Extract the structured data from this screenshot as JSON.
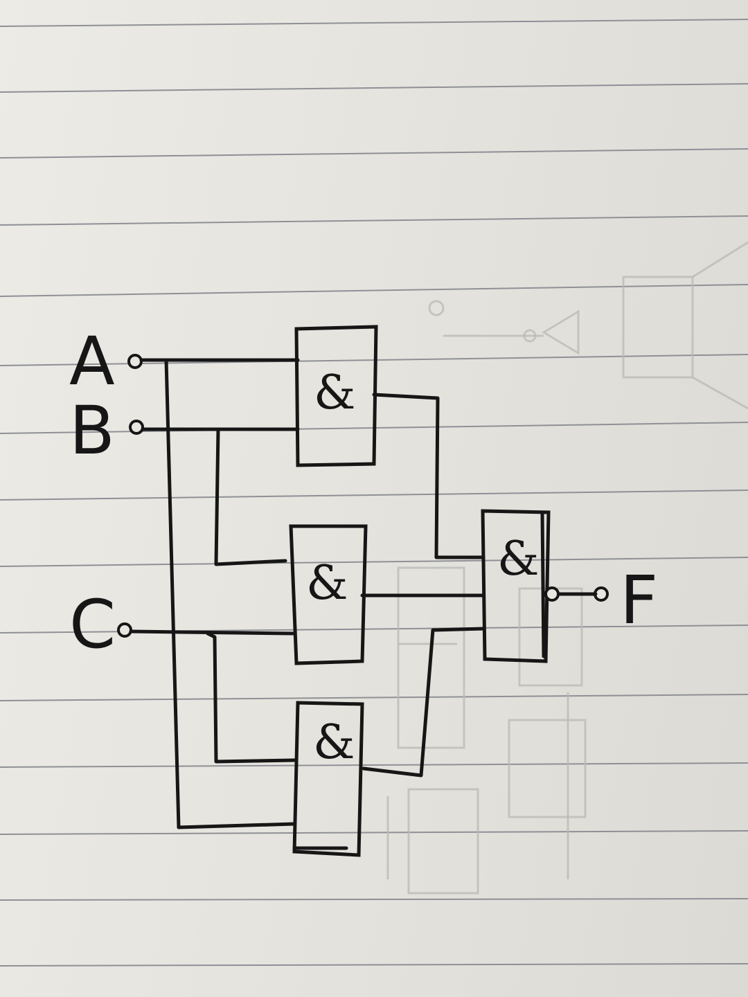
{
  "inputs": {
    "a": "A",
    "b": "B",
    "c": "C"
  },
  "output": "F",
  "gates": {
    "gate1": "&",
    "gate2": "&",
    "gate3": "&",
    "gate_out": "&"
  },
  "colors": {
    "ink": "#161616",
    "paper": "#e8e6e1",
    "rule": "#8e9096"
  }
}
